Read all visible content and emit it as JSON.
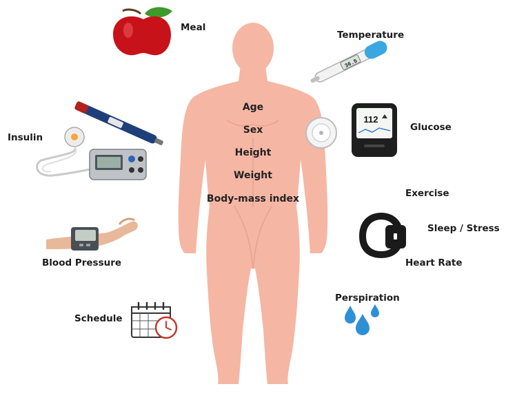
{
  "center_attributes": {
    "age": "Age",
    "sex": "Sex",
    "height": "Height",
    "weight": "Weight",
    "bmi": "Body-mass index"
  },
  "peripheral_labels": {
    "meal": "Meal",
    "temperature": "Temperature",
    "insulin": "Insulin",
    "glucose": "Glucose",
    "exercise": "Exercise",
    "sleep_stress": "Sleep / Stress",
    "heart_rate": "Heart Rate",
    "blood_pressure": "Blood Pressure",
    "perspiration": "Perspiration",
    "schedule": "Schedule"
  },
  "device_text": {
    "glucose_reading": "112",
    "thermometer_reading": "36.5"
  },
  "icons": [
    "apple-icon",
    "thermometer-icon",
    "insulin-pen-icon",
    "insulin-pump-icon",
    "glucose-monitor-icon",
    "glucose-sensor-patch-icon",
    "fitness-band-icon",
    "blood-pressure-cuff-icon",
    "sweat-drops-icon",
    "calendar-clock-icon"
  ],
  "colors": {
    "skin": "#f5b6a4",
    "skin_shadow": "#eaa28e",
    "apple_red": "#c8121a",
    "leaf_green": "#3e9a2a",
    "drop_blue": "#2d8fd6",
    "device_dark": "#1e1e1e"
  }
}
